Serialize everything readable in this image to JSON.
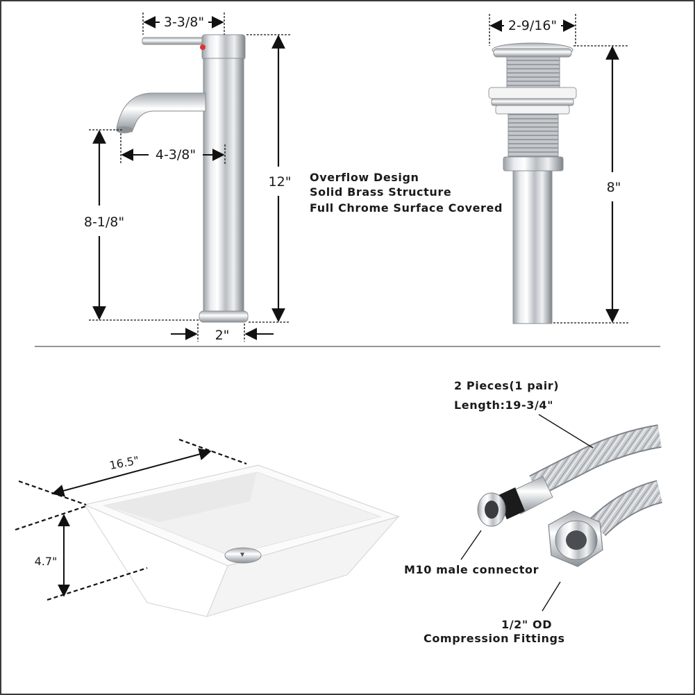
{
  "faucet": {
    "handle_width": "3-3/8\"",
    "height": "12\"",
    "spout_reach": "4-3/8\"",
    "spout_height": "8-1/8\"",
    "base_width": "2\""
  },
  "features": {
    "line1": "Overflow Design",
    "line2": "Solid Brass Structure",
    "line3": "Full Chrome Surface Covered"
  },
  "drain": {
    "width": "2-9/16\"",
    "height": "8\""
  },
  "sink": {
    "width": "16.5\"",
    "height": "4.7\""
  },
  "hose": {
    "pieces": "2 Pieces(1 pair)",
    "length": "Length:19-3/4\"",
    "male_connector": "M10 male connector",
    "od_line1": "1/2\" OD",
    "od_line2": "Compression Fittings"
  },
  "colors": {
    "border": "#3a3a3a",
    "chrome_dark": "#8a8f94",
    "chrome_light": "#f2f4f6",
    "porcelain": "#ffffff"
  }
}
